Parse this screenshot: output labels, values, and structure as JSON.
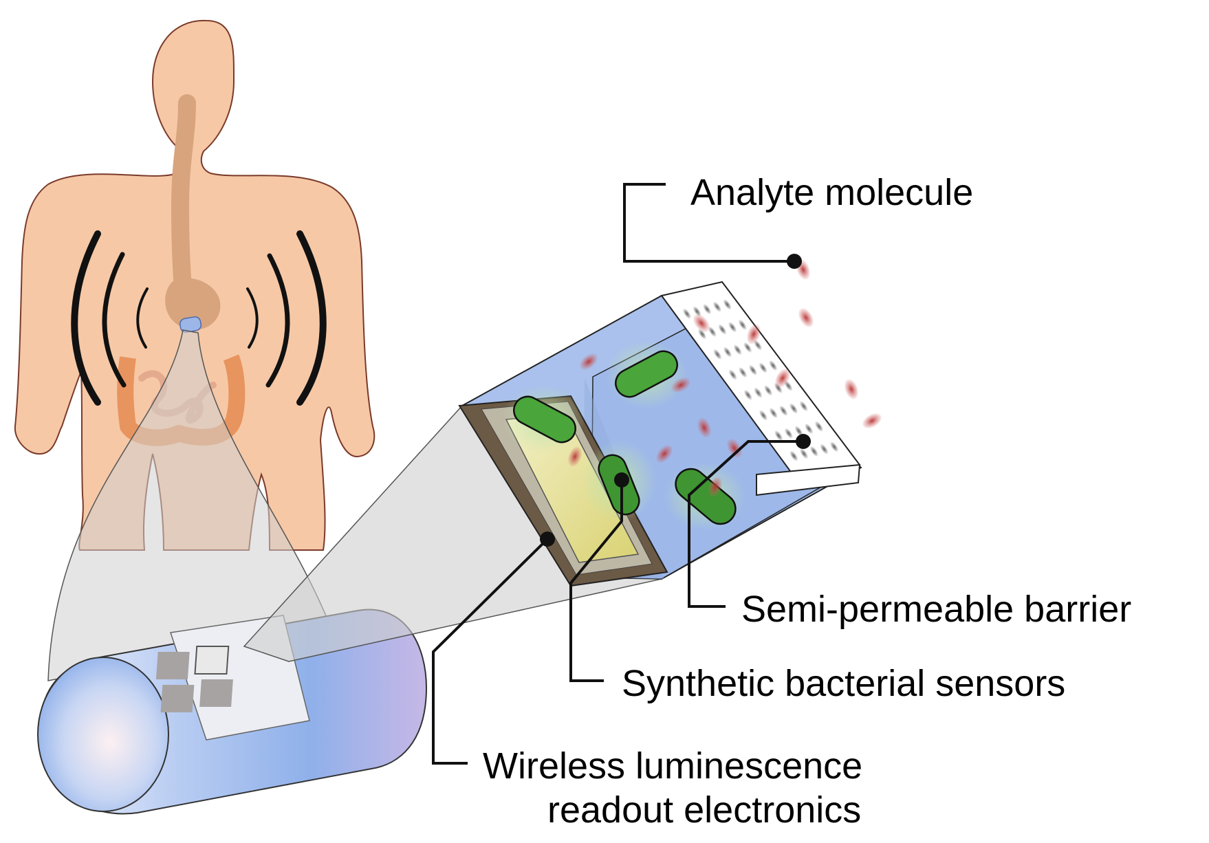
{
  "labels": {
    "analyte": "Analyte molecule",
    "barrier": "Semi-permeable barrier",
    "sensors": "Synthetic bacterial sensors",
    "electronics_line1": "Wireless luminescence",
    "electronics_line2": "readout electronics"
  },
  "colors": {
    "skin": "#f6c8a6",
    "skin_outline": "#7a3a2a",
    "esophagus": "#d7a47d",
    "intestine": "#e8945e",
    "fluid": "#a9c1ec",
    "bacteria": "#4aa53a",
    "analyte": "#c0393a",
    "substrate": "#6b5a45",
    "readout": "#eae6a8",
    "capsule": "#a8c0ee",
    "callout_grey": "#cfcfcf"
  }
}
